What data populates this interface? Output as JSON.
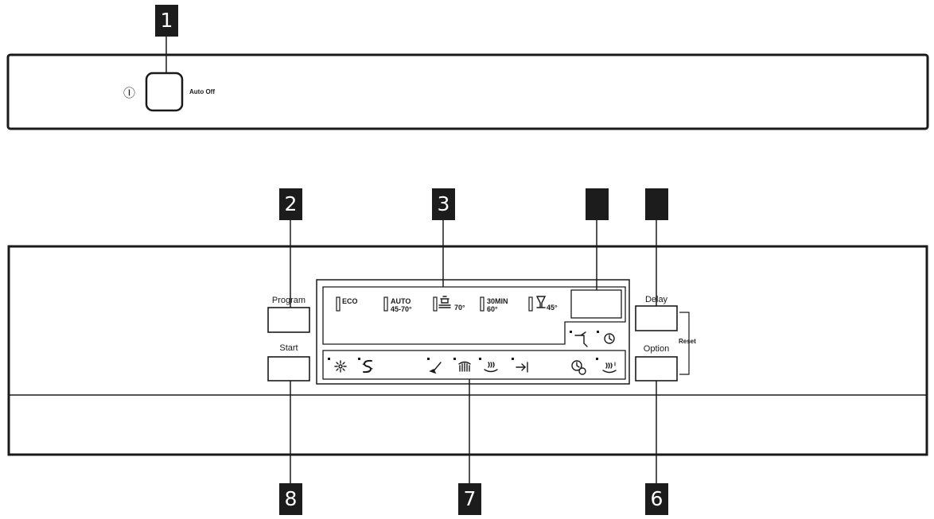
{
  "callouts": {
    "c1": "1",
    "c2": "2",
    "c3": "3",
    "c4": "",
    "c5": "",
    "c6": "6",
    "c7": "7",
    "c8": "8"
  },
  "top_panel": {
    "power_symbol": "Ⓘ",
    "auto_off_label": "Auto Off"
  },
  "control_panel": {
    "program_label": "Program",
    "start_label": "Start",
    "delay_label": "Delay",
    "option_label": "Option",
    "reset_label": "Reset"
  },
  "programs": [
    {
      "line1": "ECO",
      "line2": ""
    },
    {
      "line1": "AUTO",
      "line2": "45-70°"
    },
    {
      "line1": "",
      "line2": "70°"
    },
    {
      "line1": "30MIN",
      "line2": "60°"
    },
    {
      "line1": "",
      "line2": "45°"
    }
  ],
  "icons": {
    "row_bottom": [
      "rinse-aid-icon",
      "salt-icon",
      "brush-icon",
      "spray-icon",
      "drying-icon",
      "end-icon",
      "time-save-icon",
      "extra-dry-icon"
    ],
    "upper_right": [
      "tap-icon",
      "clock-icon"
    ]
  }
}
